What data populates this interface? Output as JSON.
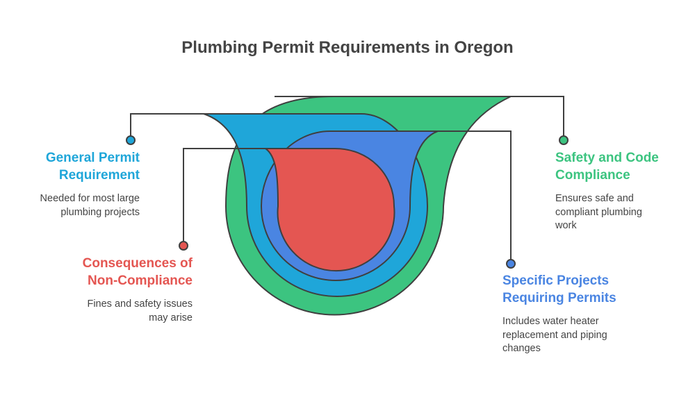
{
  "title": "Plumbing Permit Requirements in Oregon",
  "colors": {
    "green": "#3CC480",
    "cyan": "#1FA6D9",
    "blue": "#4A85E2",
    "red": "#E45652",
    "outline": "#3f3f3f",
    "text": "#444444"
  },
  "items": [
    {
      "id": "general",
      "heading": "General Permit Requirement",
      "heading_lines": [
        "General Permit",
        "Requirement"
      ],
      "description_lines": [
        "Needed for most large",
        "plumbing projects"
      ],
      "color": "#1FA6D9",
      "side": "left"
    },
    {
      "id": "consequences",
      "heading": "Consequences of Non-Compliance",
      "heading_lines": [
        "Consequences of",
        "Non-Compliance"
      ],
      "description_lines": [
        "Fines and safety issues",
        "may arise"
      ],
      "color": "#E45652",
      "side": "left"
    },
    {
      "id": "safety",
      "heading": "Safety and Code Compliance",
      "heading_lines": [
        "Safety and Code",
        "Compliance"
      ],
      "description_lines": [
        "Ensures safe and",
        "compliant plumbing",
        "work"
      ],
      "color": "#3CC480",
      "side": "right"
    },
    {
      "id": "specific",
      "heading": "Specific Projects Requiring Permits",
      "heading_lines": [
        "Specific Projects",
        "Requiring Permits"
      ],
      "description_lines": [
        "Includes water heater",
        "replacement and piping",
        "changes"
      ],
      "color": "#4A85E2",
      "side": "right"
    }
  ]
}
